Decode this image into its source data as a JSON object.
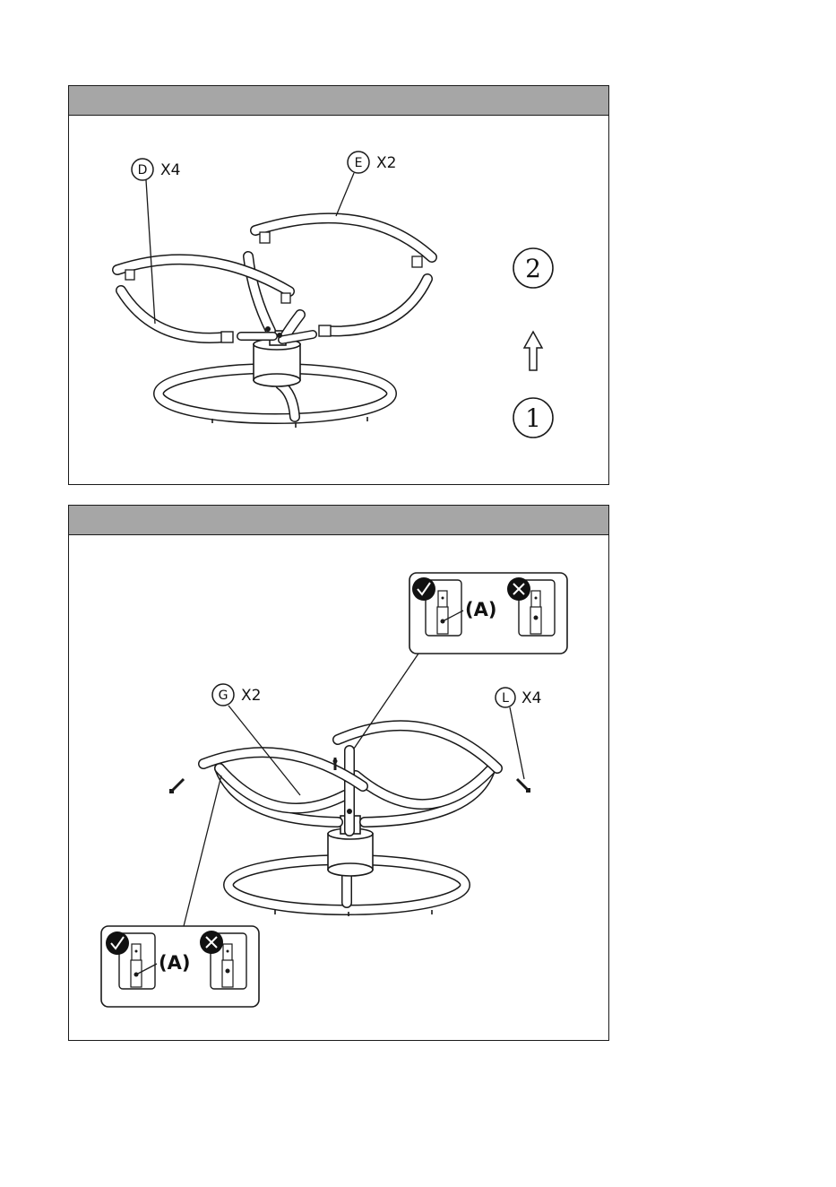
{
  "step1": {
    "part_d": {
      "letter": "D",
      "qty": "X4"
    },
    "part_e": {
      "letter": "E",
      "qty": "X2"
    },
    "order_top": "2",
    "order_bottom": "1"
  },
  "step2": {
    "part_g": {
      "letter": "G",
      "qty": "X2"
    },
    "part_l": {
      "letter": "L",
      "qty": "X4"
    },
    "detail_top": {
      "label": "(A)"
    },
    "detail_bottom": {
      "label": "(A)"
    }
  }
}
